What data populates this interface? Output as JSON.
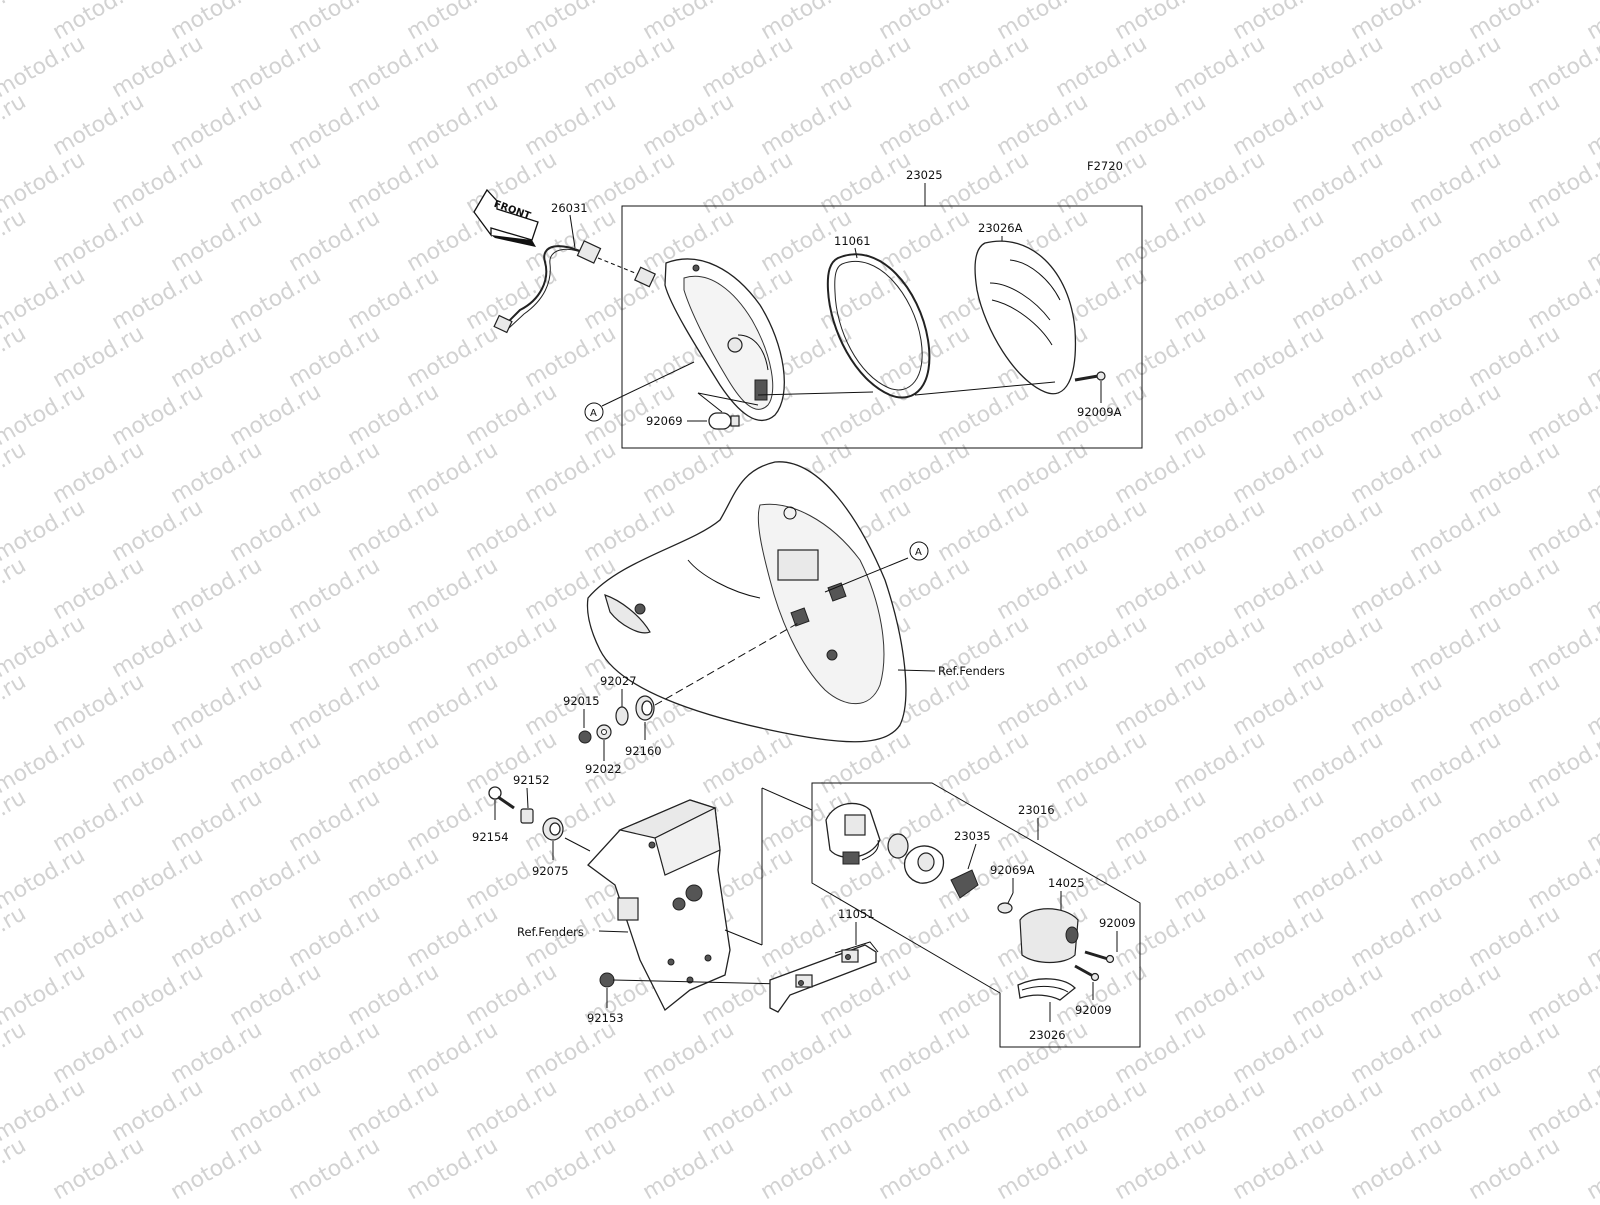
{
  "figure_code": "F2720",
  "watermark": "motod.ru",
  "front_arrow_label": "FRONT",
  "reference_marker": "A",
  "ref_fenders": "Ref.Fenders",
  "parts": {
    "p23025": "23025",
    "p26031": "26031",
    "p11061": "11061",
    "p23026A": "23026A",
    "p92009A": "92009A",
    "p92069": "92069",
    "p92027": "92027",
    "p92015": "92015",
    "p92022": "92022",
    "p92160": "92160",
    "p92152": "92152",
    "p92154": "92154",
    "p92075": "92075",
    "p23016": "23016",
    "p23035": "23035",
    "p92069A": "92069A",
    "p14025": "14025",
    "p92009_top": "92009",
    "p92009_bottom": "92009",
    "p11051": "11051",
    "p23026": "23026",
    "p92153": "92153"
  }
}
